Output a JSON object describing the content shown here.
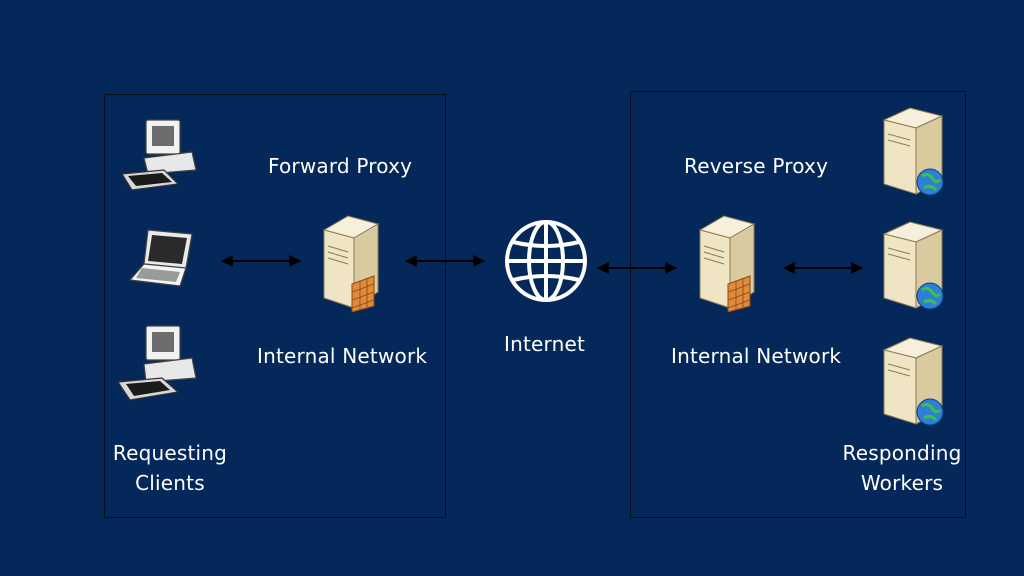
{
  "diagram": {
    "labels": {
      "forward_proxy": "Forward Proxy",
      "reverse_proxy": "Reverse Proxy",
      "internal_network_left": "Internal Network",
      "internal_network_right": "Internal Network",
      "internet": "Internet",
      "requesting_clients_line1": "Requesting",
      "requesting_clients_line2": "Clients",
      "responding_workers_line1": "Responding",
      "responding_workers_line2": "Workers"
    },
    "colors": {
      "background": "#05285a",
      "box_border": "#0a0f1a",
      "text": "#ffffff",
      "server_body": "#efe4c3",
      "firewall": "#e08a3c",
      "globe": "#2e7fd6"
    }
  }
}
